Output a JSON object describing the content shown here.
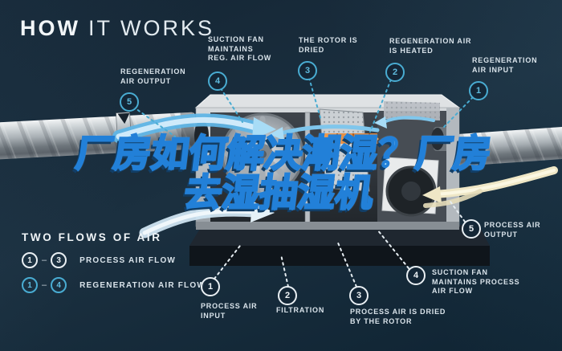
{
  "title": {
    "word_bold": "HOW",
    "word_light": "IT WORKS"
  },
  "headline": {
    "line1": "厂房如何解决潮湿？厂房",
    "line2": "去湿抽湿机"
  },
  "callouts": {
    "regeneration": [
      {
        "num": "1",
        "label": "REGENERATION AIR INPUT"
      },
      {
        "num": "2",
        "label": "REGENERATION AIR IS HEATED"
      },
      {
        "num": "3",
        "label": "THE ROTOR IS DRIED"
      },
      {
        "num": "4",
        "label": "SUCTION FAN MAINTAINS REG. AIR FLOW"
      },
      {
        "num": "5",
        "label": "REGENERATION AIR OUTPUT"
      }
    ],
    "process": [
      {
        "num": "1",
        "label": "PROCESS AIR INPUT"
      },
      {
        "num": "2",
        "label": "FILTRATION"
      },
      {
        "num": "3",
        "label": "PROCESS AIR IS DRIED BY THE ROTOR"
      },
      {
        "num": "4",
        "label": "SUCTION FAN MAINTAINS PROCESS AIR FLOW"
      },
      {
        "num": "5",
        "label": "PROCESS AIR OUTPUT"
      }
    ]
  },
  "legend": {
    "title": "TWO FLOWS OF AIR",
    "rows": [
      {
        "from": "1",
        "to": "3",
        "dash": "–",
        "label": "PROCESS AIR FLOW",
        "color": "white"
      },
      {
        "from": "1",
        "to": "4",
        "dash": "–",
        "label": "REGENERATION AIR FLOW",
        "color": "cyan"
      }
    ]
  },
  "colors": {
    "background": "#16293A",
    "accent_cyan": "#49ACD2",
    "circle_white": "#E9EFF3",
    "headline_fill": "#A8DDF8",
    "headline_outline": "#2280D8",
    "heater_orange": "#E0873B",
    "cream_arrow": "#EFE7C6"
  }
}
